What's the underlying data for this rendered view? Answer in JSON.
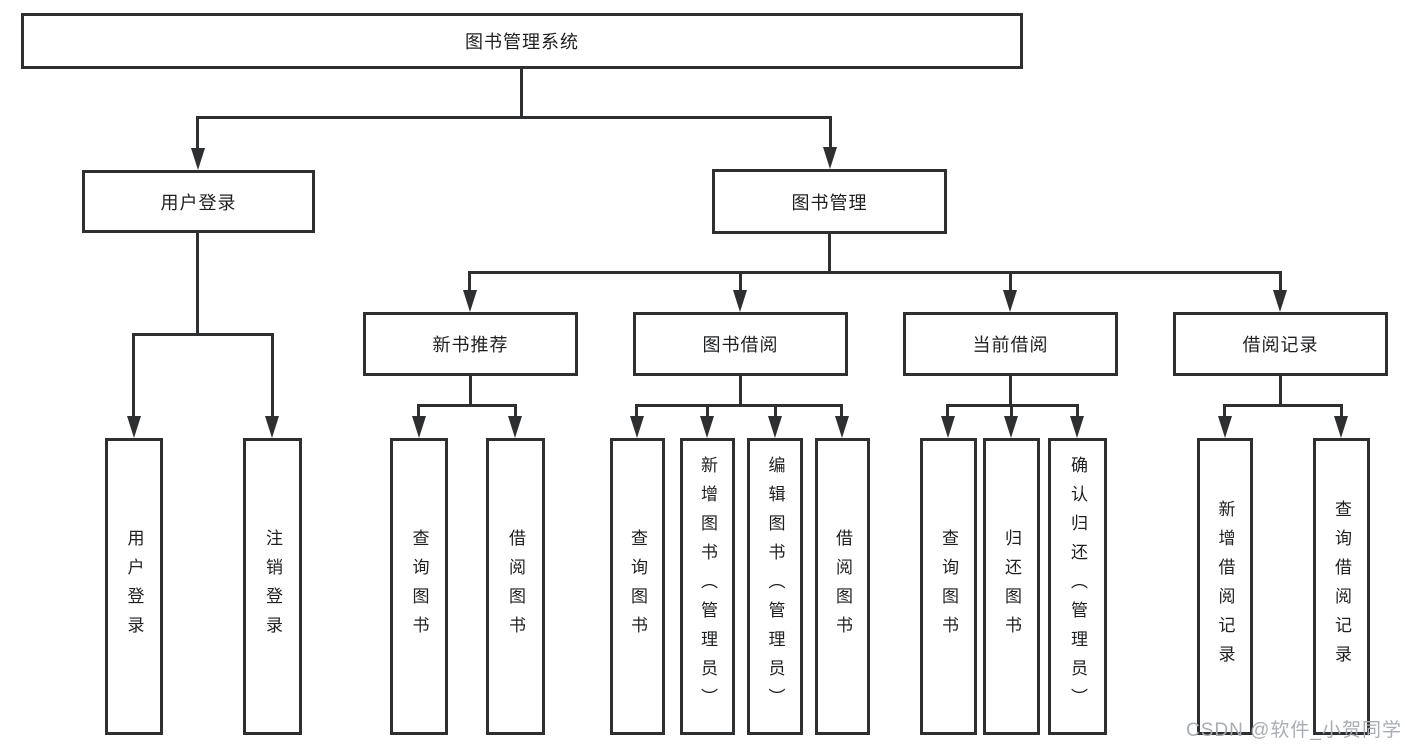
{
  "nodes": {
    "root": {
      "label": "图书管理系统"
    },
    "l2": [
      {
        "label": "用户登录"
      },
      {
        "label": "图书管理"
      }
    ],
    "l3": [
      {
        "label": "新书推荐"
      },
      {
        "label": "图书借阅"
      },
      {
        "label": "当前借阅"
      },
      {
        "label": "借阅记录"
      }
    ],
    "leaf": [
      {
        "label": "用户登录"
      },
      {
        "label": "注销登录"
      },
      {
        "label": "查询图书"
      },
      {
        "label": "借阅图书"
      },
      {
        "label": "查询图书"
      },
      {
        "label": "新增图书（管理员）"
      },
      {
        "label": "编辑图书（管理员）"
      },
      {
        "label": "借阅图书"
      },
      {
        "label": "查询图书"
      },
      {
        "label": "归还图书"
      },
      {
        "label": "确认归还（管理员）"
      },
      {
        "label": "新增借阅记录"
      },
      {
        "label": "查询借阅记录"
      }
    ]
  },
  "hierarchy": {
    "label": "图书管理系统",
    "children": [
      {
        "label": "用户登录",
        "children": [
          {
            "label": "用户登录"
          },
          {
            "label": "注销登录"
          }
        ]
      },
      {
        "label": "图书管理",
        "children": [
          {
            "label": "新书推荐",
            "children": [
              {
                "label": "查询图书"
              },
              {
                "label": "借阅图书"
              }
            ]
          },
          {
            "label": "图书借阅",
            "children": [
              {
                "label": "查询图书"
              },
              {
                "label": "新增图书（管理员）"
              },
              {
                "label": "编辑图书（管理员）"
              },
              {
                "label": "借阅图书"
              }
            ]
          },
          {
            "label": "当前借阅",
            "children": [
              {
                "label": "查询图书"
              },
              {
                "label": "归还图书"
              },
              {
                "label": "确认归还（管理员）"
              }
            ]
          },
          {
            "label": "借阅记录",
            "children": [
              {
                "label": "新增借阅记录"
              },
              {
                "label": "查询借阅记录"
              }
            ]
          }
        ]
      }
    ]
  },
  "watermark": {
    "text": "CSDN @软件_小贺同学"
  },
  "colors": {
    "line": "#2e2f31",
    "text": "#1e1f21",
    "watermark": "#a9adb3",
    "background": "#ffffff"
  }
}
